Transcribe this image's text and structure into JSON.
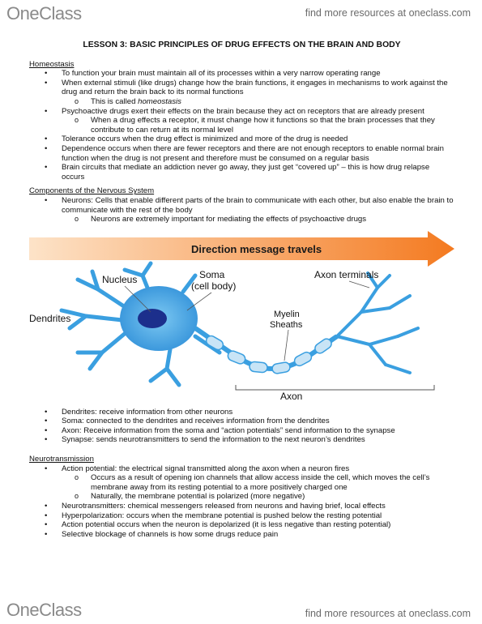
{
  "header": {
    "logo": "OneClass",
    "link": "find more resources at oneclass.com"
  },
  "footer": {
    "logo": "OneClass",
    "link": "find more resources at oneclass.com"
  },
  "doc": {
    "title": "LESSON 3: BASIC PRINCIPLES OF DRUG EFFECTS ON THE BRAIN AND BODY",
    "homeostasis": {
      "heading": "Homeostasis",
      "b1": "To function your brain must maintain all of its processes within a very narrow operating range",
      "b2": "When external stimuli (like drugs) change how the brain functions, it engages in mechanisms to work against the drug and return the brain back to its normal functions",
      "b2s1_pre": "This is called ",
      "b2s1_term": "homeostasis",
      "b3": "Psychoactive drugs exert their effects on the brain because they act on receptors that are already present",
      "b3s1": "When a drug effects a receptor, it must change how it functions so that the brain processes that they contribute to can return at its normal level",
      "b4": "Tolerance occurs when the drug effect is minimized and more of the drug is needed",
      "b5": "Dependence occurs when there are fewer receptors and there are not enough receptors to enable normal brain function when the drug is not present and therefore must be consumed on a regular basis",
      "b6": "Brain circuits that mediate an addiction never go away, they just get “covered up” – this is how drug relapse occurs"
    },
    "components": {
      "heading": "Components of the Nervous System",
      "b1": "Neurons: Cells that enable different parts of the brain to communicate with each other, but also enable the brain to communicate with the rest of the body",
      "b1s1": "Neurons are extremely important for mediating the effects of psychoactive drugs"
    },
    "diagram": {
      "arrow": "Direction message travels",
      "nucleus": "Nucleus",
      "soma1": "Soma",
      "soma2": "(cell body)",
      "dendrites": "Dendrites",
      "axon_terminals": "Axon terminals",
      "myelin1": "Myelin",
      "myelin2": "Sheaths",
      "axon": "Axon",
      "colors": {
        "arrow_start": "#fde3c8",
        "arrow_end": "#f47a20",
        "neuron": "#3a9fe0",
        "nucleus": "#1c2f8c"
      }
    },
    "parts": {
      "b1": "Dendrites: receive information from other neurons",
      "b2": "Soma: connected to the dendrites and receives information from the dendrites",
      "b3": "Axon: Receive information from the soma and “action potentials” send information to the synapse",
      "b4": "Synapse: sends neurotransmitters to send the information to the next neuron’s dendrites"
    },
    "neurotransmission": {
      "heading": "Neurotransmission",
      "b1": "Action potential: the electrical signal transmitted along the axon when a neuron fires",
      "b1s1": "Occurs as a result of opening ion channels that allow access inside the cell, which moves the cell’s membrane away from its resting potential to a more positively charged one",
      "b1s2": "Naturally, the membrane potential is polarized (more negative)",
      "b2": "Neurotransmitters: chemical messengers released from neurons and having brief, local effects",
      "b3": "Hyperpolarization: occurs when the membrane potential is pushed below the resting potential",
      "b4": "Action potential occurs when the neuron is depolarized (it is less negative than resting potential)",
      "b5": "Selective blockage of channels is how some drugs reduce pain"
    }
  }
}
